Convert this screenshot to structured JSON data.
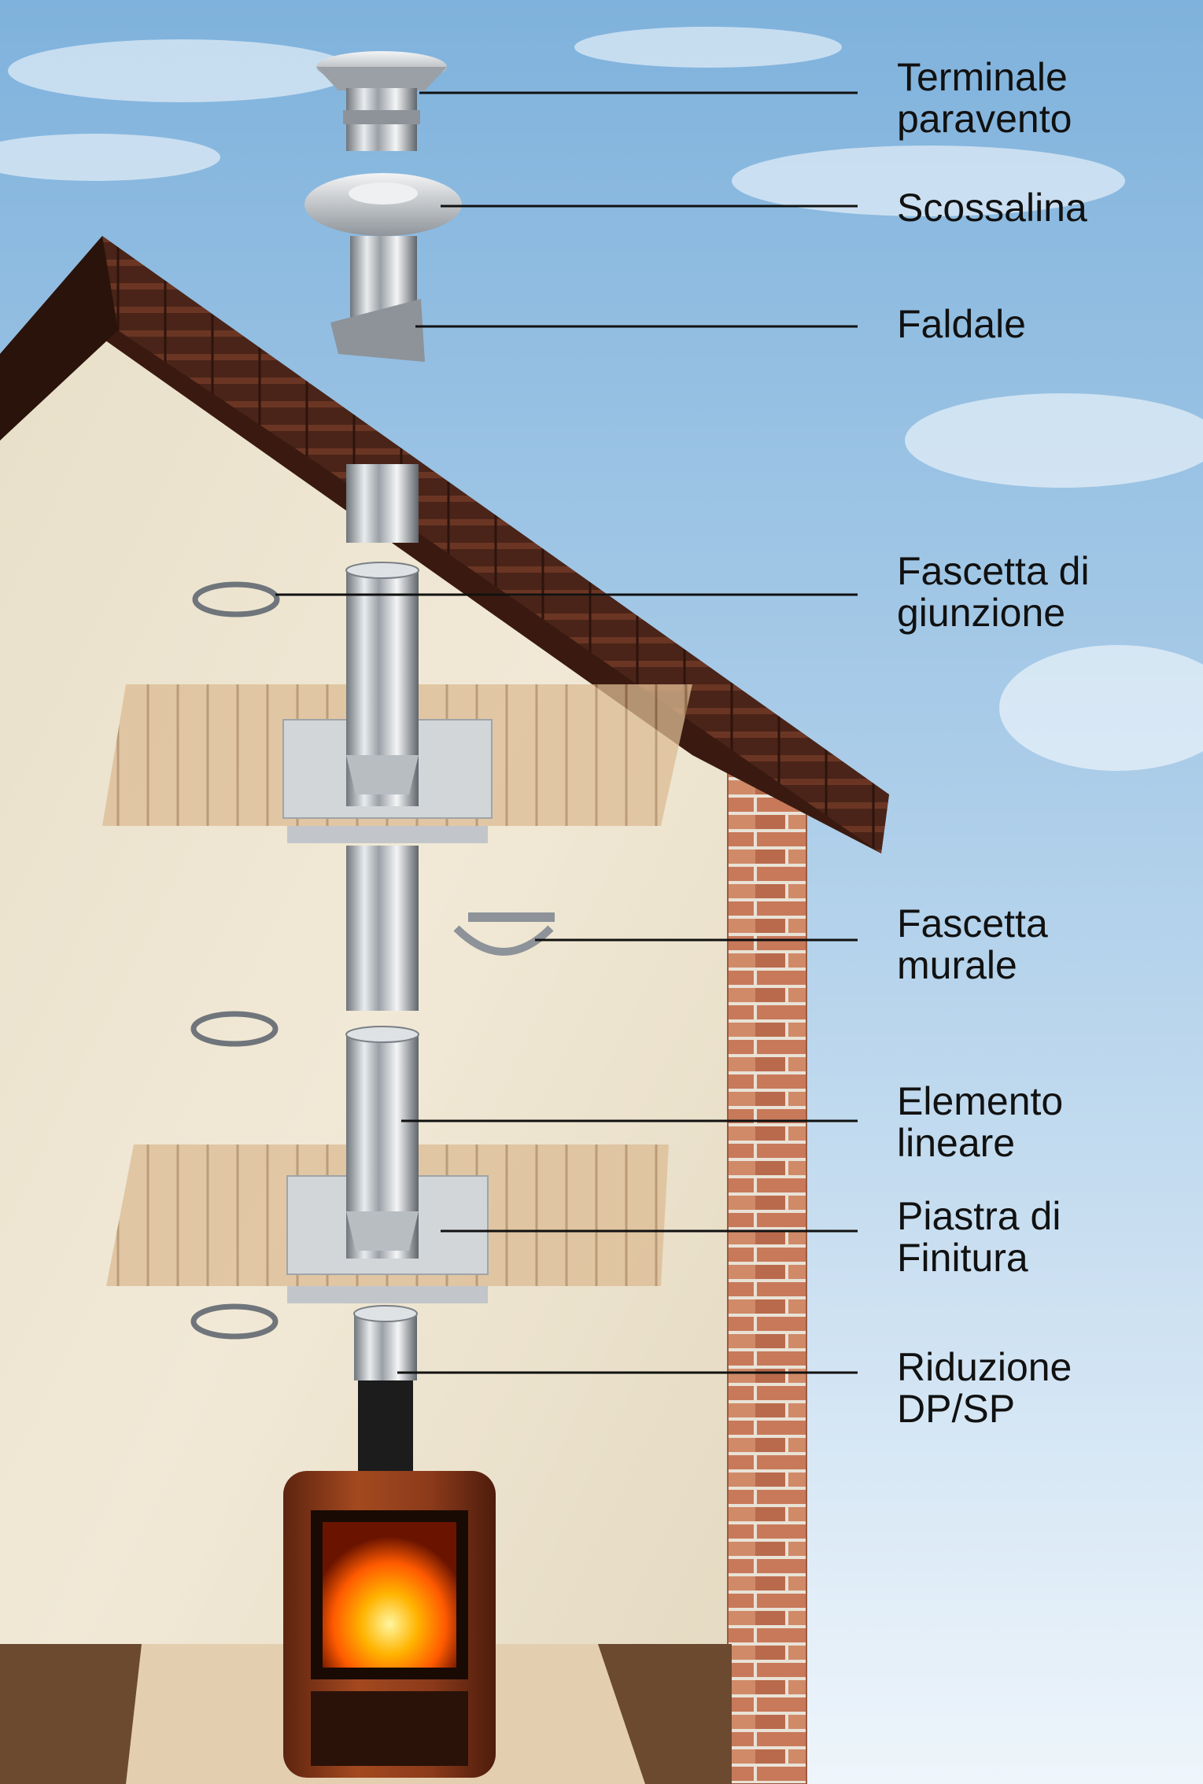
{
  "labels": [
    {
      "id": "terminale",
      "lines": [
        "Terminale",
        "paravento"
      ]
    },
    {
      "id": "scossalina",
      "lines": [
        "Scossalina"
      ]
    },
    {
      "id": "faldale",
      "lines": [
        "Faldale"
      ]
    },
    {
      "id": "fascetta-giunzione",
      "lines": [
        "Fascetta di",
        "giunzione"
      ]
    },
    {
      "id": "fascetta-murale",
      "lines": [
        "Fascetta",
        "murale"
      ]
    },
    {
      "id": "elemento-lineare",
      "lines": [
        "Elemento",
        "lineare"
      ]
    },
    {
      "id": "piastra-finitura",
      "lines": [
        "Piastra di",
        "Finitura"
      ]
    },
    {
      "id": "riduzione",
      "lines": [
        "Riduzione",
        "DP/SP"
      ]
    }
  ],
  "colors": {
    "sky_top": "#7fb2dc",
    "sky_bottom": "#eef5fb",
    "wall": "#ede4cf",
    "roof_tile": "#4a2418",
    "brick": "#c8795a",
    "steel": "#c9cdd1",
    "floor_wood": "#d9b58c",
    "stove_body": "#8a3a1a",
    "leader_line": "#111111"
  }
}
